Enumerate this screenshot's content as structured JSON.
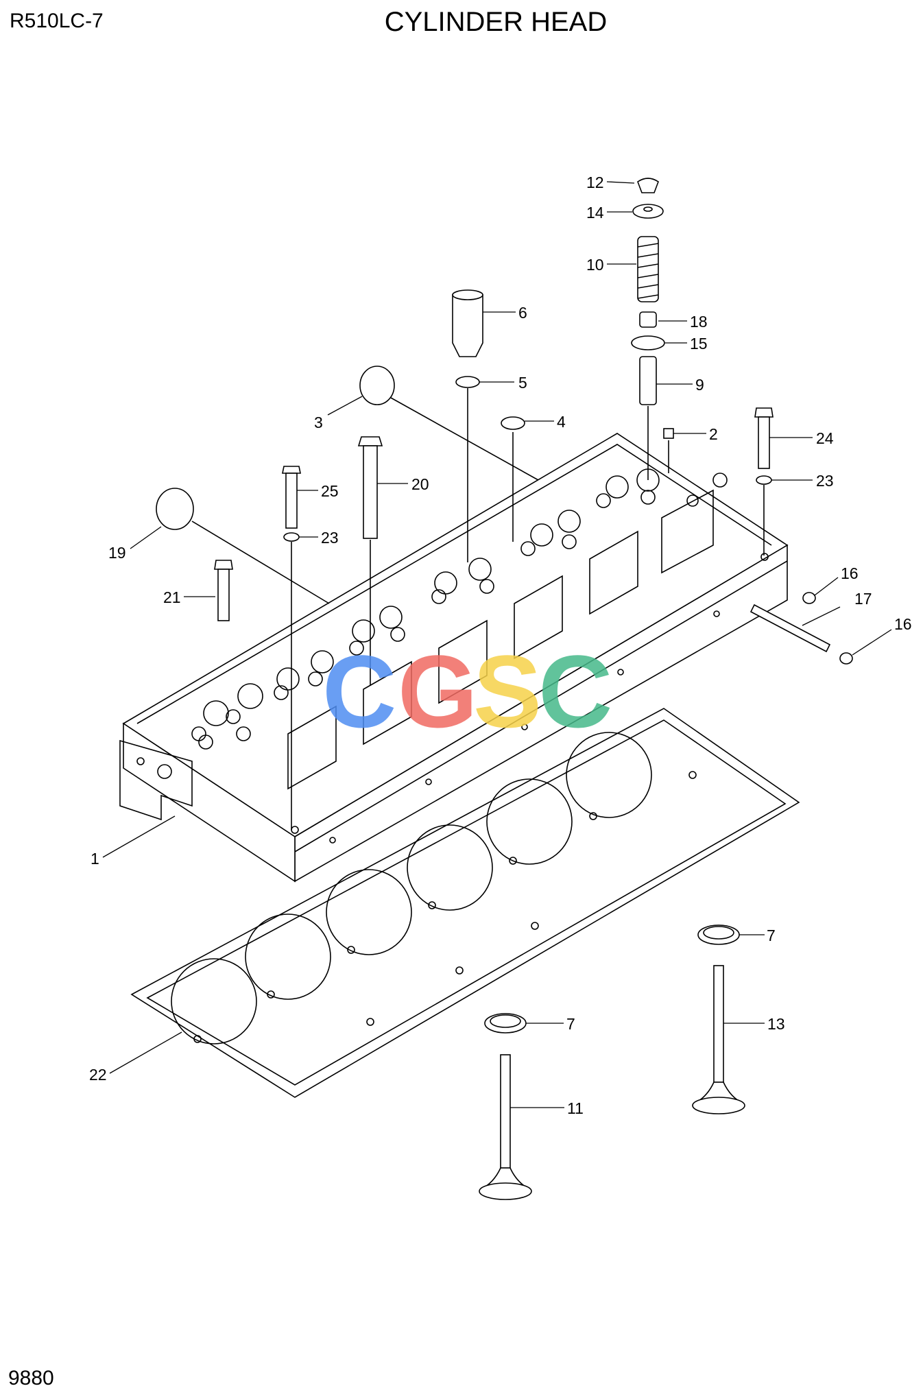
{
  "header": {
    "model": "R510LC-7",
    "title": "CYLINDER HEAD"
  },
  "footer": {
    "page_number": "9880"
  },
  "watermark": {
    "text": "CGSC",
    "colors": [
      "#4f8ef2",
      "#f06a62",
      "#f6d24a",
      "#46b98a"
    ]
  },
  "callouts": {
    "c1": "1",
    "c2": "2",
    "c3": "3",
    "c4": "4",
    "c5": "5",
    "c6": "6",
    "c7a": "7",
    "c7b": "7",
    "c9": "9",
    "c10": "10",
    "c11": "11",
    "c12": "12",
    "c13": "13",
    "c14": "14",
    "c15": "15",
    "c16a": "16",
    "c16b": "16",
    "c17": "17",
    "c18": "18",
    "c19": "19",
    "c20": "20",
    "c21": "21",
    "c22": "22",
    "c23a": "23",
    "c23b": "23",
    "c24": "24",
    "c25": "25"
  }
}
